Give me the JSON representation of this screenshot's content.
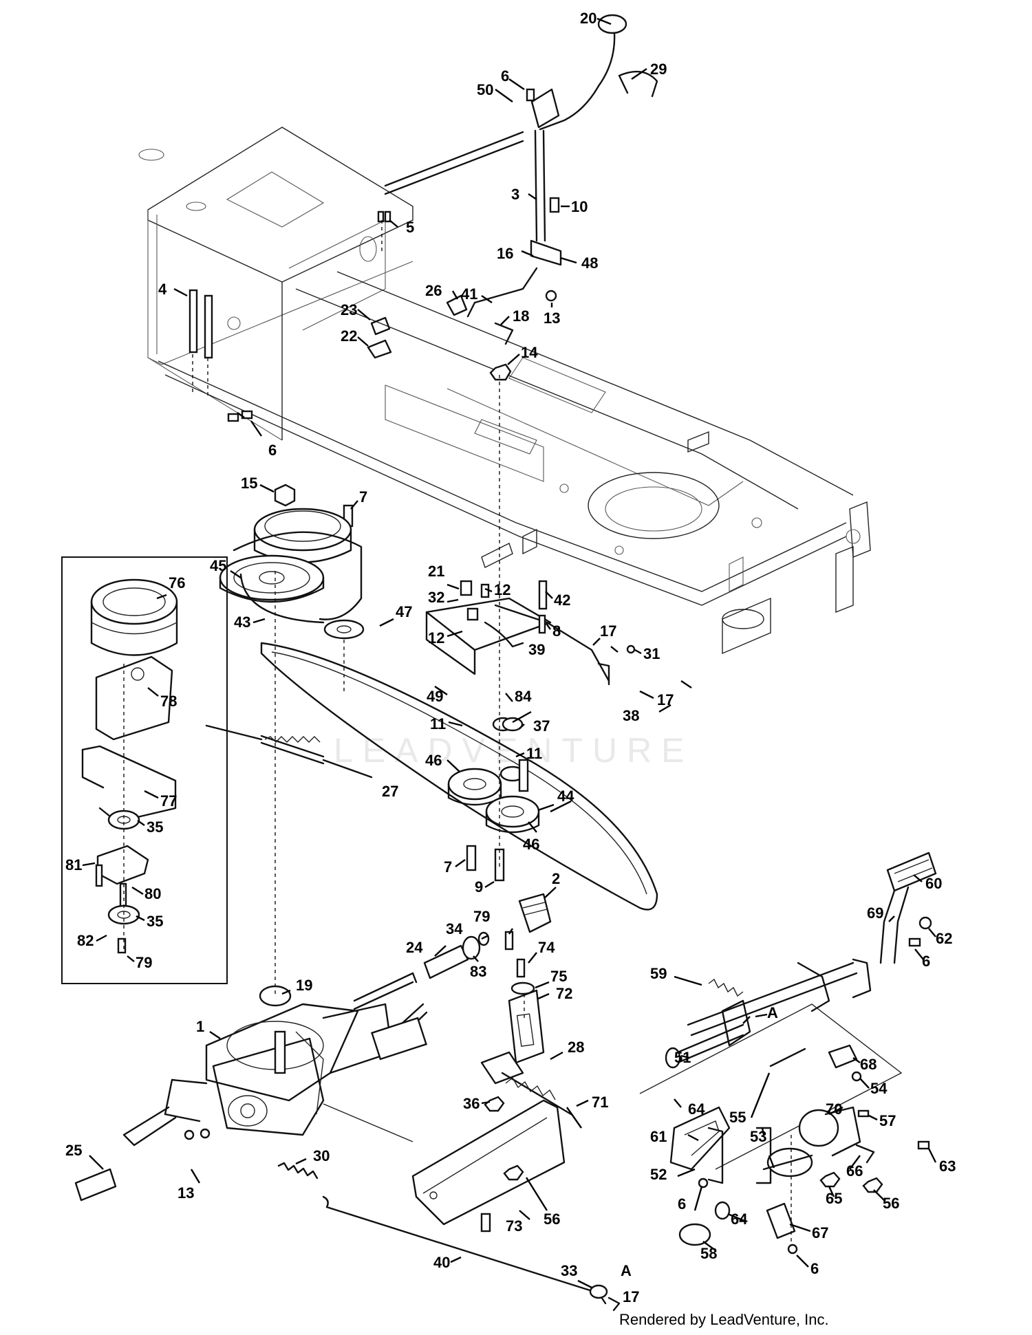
{
  "watermark": "LEADVENTURE",
  "credit": "Rendered by LeadVenture, Inc.",
  "callouts": [
    "1",
    "2",
    "3",
    "4",
    "5",
    "6",
    "7",
    "8",
    "9",
    "10",
    "11",
    "12",
    "13",
    "14",
    "15",
    "16",
    "17",
    "18",
    "19",
    "20",
    "21",
    "22",
    "23",
    "24",
    "25",
    "26",
    "27",
    "28",
    "29",
    "30",
    "31",
    "32",
    "33",
    "34",
    "35",
    "36",
    "37",
    "38",
    "39",
    "40",
    "41",
    "42",
    "43",
    "44",
    "45",
    "46",
    "47",
    "48",
    "49",
    "50",
    "51",
    "52",
    "53",
    "54",
    "55",
    "56",
    "57",
    "58",
    "59",
    "60",
    "61",
    "62",
    "63",
    "64",
    "65",
    "66",
    "67",
    "68",
    "69",
    "70",
    "71",
    "72",
    "73",
    "74",
    "75",
    "76",
    "77",
    "78",
    "79",
    "80",
    "81",
    "82",
    "83",
    "84",
    "A"
  ]
}
